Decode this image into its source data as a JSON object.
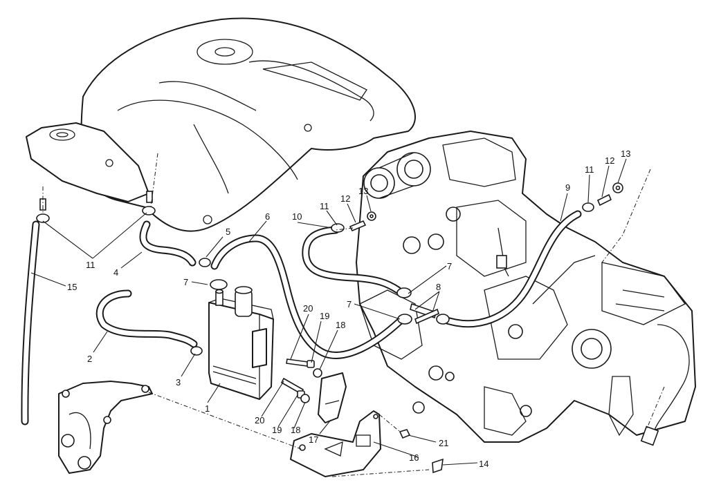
{
  "diagram": {
    "labels": {
      "p1": "1",
      "p2": "2",
      "p3": "3",
      "p4": "4",
      "p5": "5",
      "p6": "6",
      "p7a": "7",
      "p7b": "7",
      "p7c": "7",
      "p8": "8",
      "p9": "9",
      "p10": "10",
      "p11a": "11",
      "p11b": "11",
      "p11c": "11",
      "p12a": "12",
      "p12b": "12",
      "p13a": "13",
      "p13b": "13",
      "p14": "14",
      "p15": "15",
      "p16": "16",
      "p17": "17",
      "p18a": "18",
      "p18b": "18",
      "p19a": "19",
      "p19b": "19",
      "p20a": "20",
      "p20b": "20",
      "p21": "21"
    }
  }
}
